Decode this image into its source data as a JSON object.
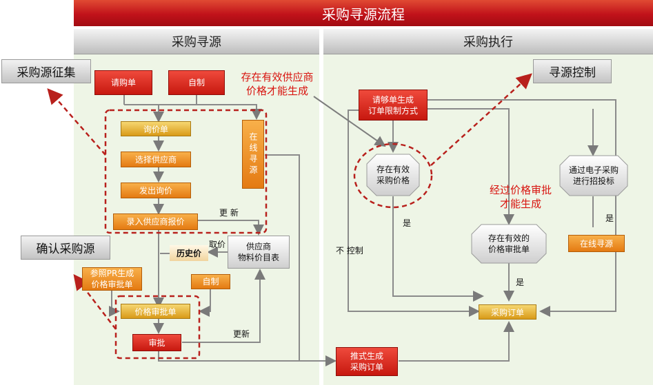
{
  "title": "采购寻源流程",
  "sections": {
    "left": "采购寻源",
    "right": "采购执行"
  },
  "callouts": {
    "collect": "采购源征集",
    "confirm": "确认采购源",
    "control": "寻源控制"
  },
  "notes": {
    "valid_supplier_1": "存在有效供应商",
    "valid_supplier_2": "价格才能生成",
    "approved_1": "经过价格审批",
    "approved_2": "才能生成"
  },
  "nodes": {
    "purchase_request": "请购单",
    "self_made_top": "自制",
    "inquiry": "询价单",
    "select_supplier": "选择供应商",
    "send_inquiry": "发出询价",
    "enter_quote": "录入供应商报价",
    "online_sourcing_vertical": "在线寻源",
    "supplier_catalog_1": "供应商",
    "supplier_catalog_2": "物料价目表",
    "history_price": "历史价",
    "ref_pr_1": "参照PR生成",
    "ref_pr_2": "价格审批单",
    "self_made_mid": "自制",
    "price_approval": "价格审批单",
    "approve": "审批",
    "push_order_1": "推式生成",
    "push_order_2": "采购订单",
    "req_order_1": "请够单生成",
    "req_order_2": "订单限制方式",
    "valid_price_1": "存在有效",
    "valid_price_2": "采购价格",
    "valid_approval_1": "存在有效的",
    "valid_approval_2": "价格审批单",
    "e_bidding_1": "通过电子采购",
    "e_bidding_2": "进行招投标",
    "online_sourcing_right": "在线寻源",
    "purchase_order": "采购订单"
  },
  "labels": {
    "update_top": "更 新",
    "fetch_price": "取价",
    "update_bottom": "更新",
    "no_control": "不 控制",
    "yes_1": "是",
    "yes_2": "是",
    "yes_3": "是"
  }
}
